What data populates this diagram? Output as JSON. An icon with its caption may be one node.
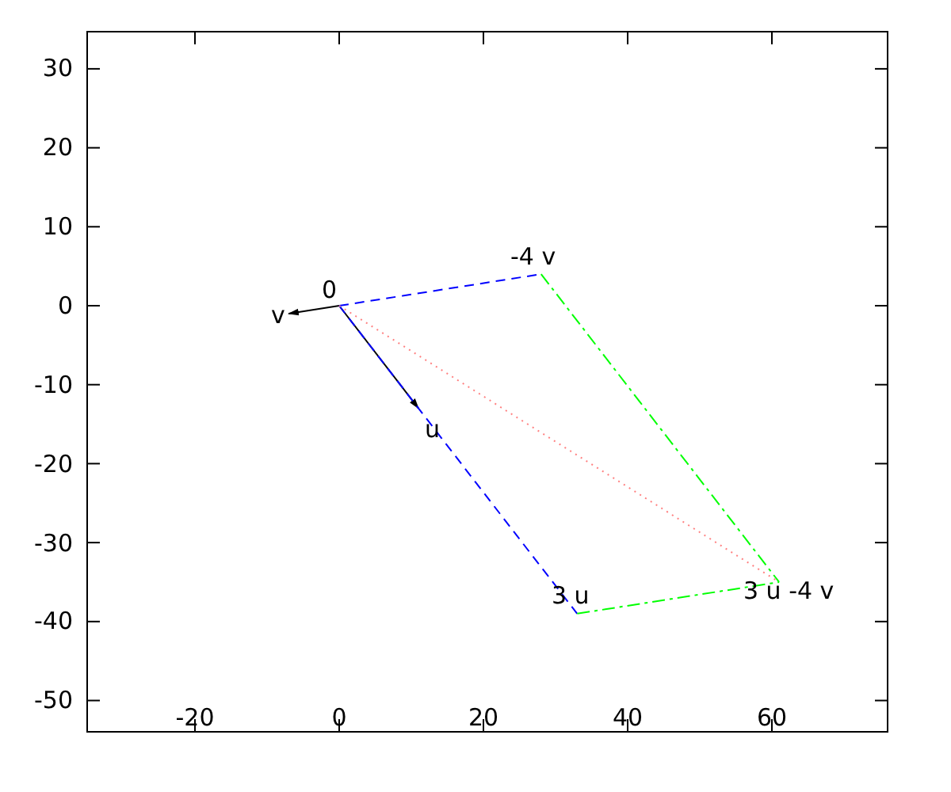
{
  "diagram": {
    "nodes": [
      {
        "text": [
          "0"
        ]
      },
      {
        "text": [
          "v"
        ]
      },
      {
        "text": [
          "u"
        ]
      },
      {
        "text": [
          "-4 v"
        ]
      },
      {
        "text": [
          "3 u"
        ]
      },
      {
        "text": [
          "3 u -4 v"
        ]
      }
    ],
    "edges": [
      {
        "from": 0,
        "to": 1,
        "arrow": "to"
      },
      {
        "from": 0,
        "to": 2,
        "arrow": "to"
      },
      {
        "from": 0,
        "to": 3,
        "arrow": "none",
        "style": "dashed",
        "color": "#0000ff"
      },
      {
        "from": 0,
        "to": 4,
        "arrow": "none",
        "style": "dashed",
        "color": "#0000ff"
      },
      {
        "from": 3,
        "to": 5,
        "arrow": "none",
        "style": "dashed",
        "color": "#00ff00"
      },
      {
        "from": 4,
        "to": 5,
        "arrow": "none",
        "style": "dashed",
        "color": "#00ff00"
      },
      {
        "from": 0,
        "to": 5,
        "arrow": "none",
        "style": "dashed",
        "color": "#ff8080"
      }
    ],
    "labels": [
      "30",
      "20",
      "10",
      "0",
      "-10",
      "-20",
      "-30",
      "-40",
      "-50",
      "-20",
      "0",
      "20",
      "40",
      "60"
    ]
  }
}
